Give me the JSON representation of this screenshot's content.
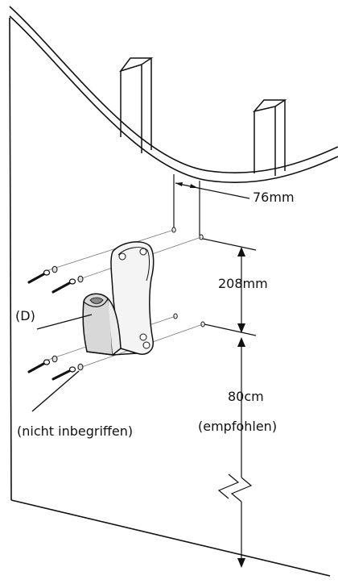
{
  "labels": {
    "dim_horizontal": "76mm",
    "dim_vertical": "208mm",
    "dim_floor": "80cm",
    "recommended": "(empfohlen)",
    "part": "(D)",
    "not_included": "(nicht inbegriffen)"
  },
  "colors": {
    "line": "#111111",
    "thin_line": "#555555",
    "bracket_fill": "#f4f4f4",
    "shade": "#d8d8d8"
  }
}
